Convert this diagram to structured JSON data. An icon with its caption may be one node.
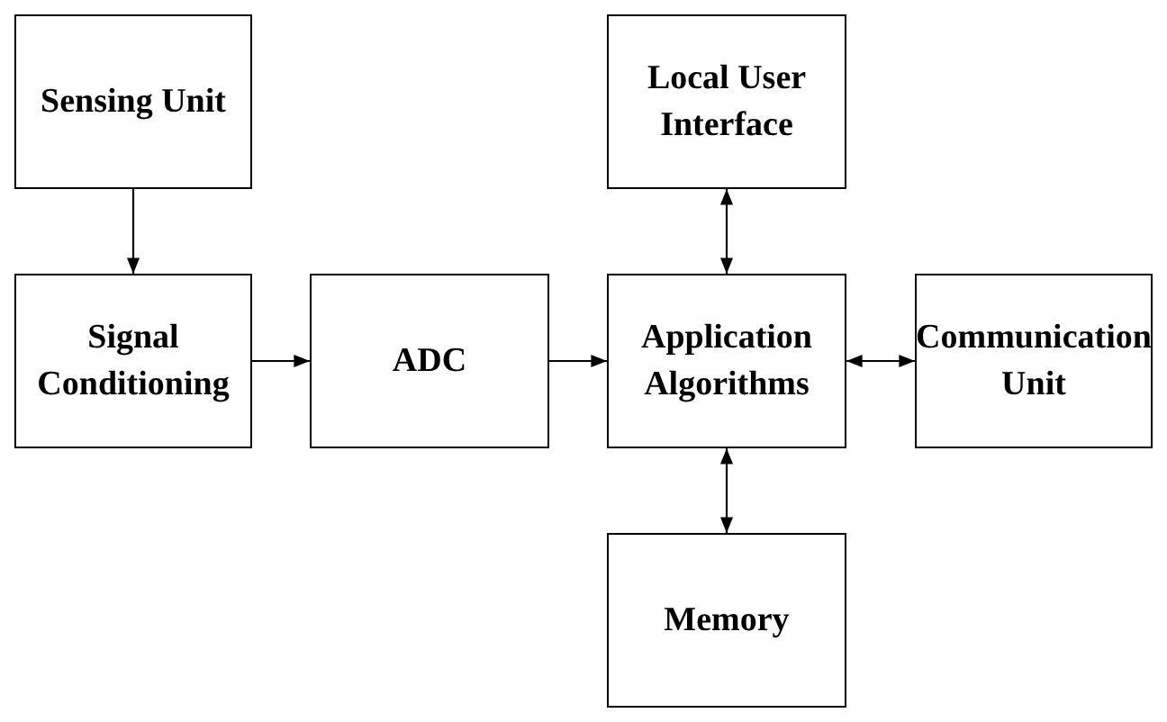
{
  "diagram": {
    "nodes": [
      {
        "text": [
          "Sensing Unit"
        ]
      },
      {
        "text": [
          "Local User Interface"
        ]
      },
      {
        "text": [
          "Signal Conditioning"
        ]
      },
      {
        "text": [
          "ADC"
        ]
      },
      {
        "text": [
          "Application Algorithms"
        ]
      },
      {
        "text": [
          "Communication Unit"
        ]
      },
      {
        "text": [
          "Memory"
        ]
      }
    ],
    "edges": [
      {
        "from": 0,
        "to": 2,
        "arrow": "to"
      },
      {
        "from": 2,
        "to": 3,
        "arrow": "to"
      },
      {
        "from": 3,
        "to": 4,
        "arrow": "to"
      },
      {
        "from": 4,
        "to": 1,
        "arrow": "both"
      },
      {
        "from": 4,
        "to": 5,
        "arrow": "both"
      },
      {
        "from": 4,
        "to": 6,
        "arrow": "both"
      }
    ]
  }
}
